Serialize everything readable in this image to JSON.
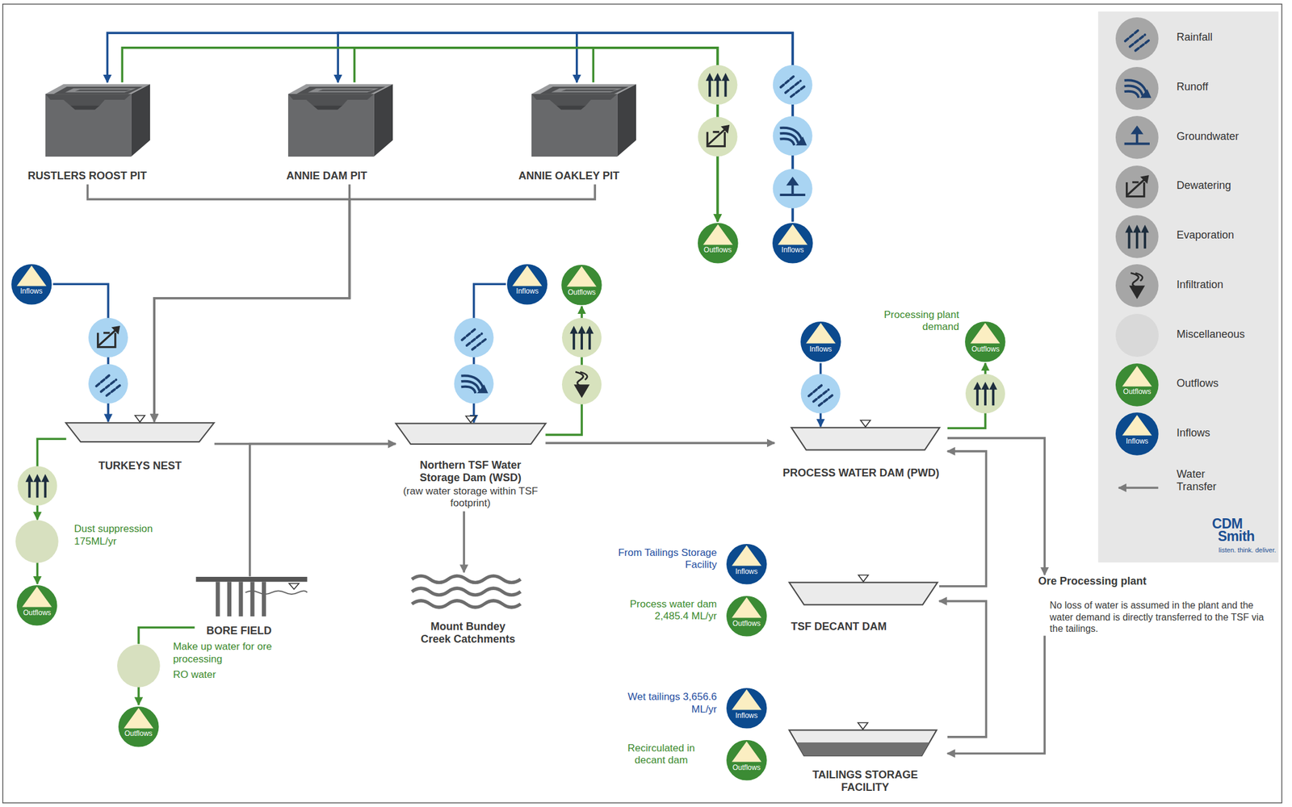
{
  "diagram": {
    "nodes": [
      {
        "text": [
          "RUSTLERS ROOST PIT"
        ]
      },
      {
        "text": [
          "ANNIE DAM PIT"
        ]
      },
      {
        "text": [
          "ANNIE OAKLEY PIT"
        ]
      },
      {
        "text": [
          "Outflows"
        ]
      },
      {
        "text": [
          "Inflows"
        ]
      },
      {
        "text": [
          "Inflows"
        ]
      },
      {
        "text": [
          "Inflows"
        ]
      },
      {
        "text": [
          "Outflows"
        ]
      },
      {
        "text": [
          "Inflows"
        ]
      },
      {
        "text": [
          "Processing plant demand",
          "Outflows"
        ]
      },
      {
        "text": [
          "TURKEYS NEST"
        ]
      },
      {
        "text": [
          "Northern TSF Water Storage Dam (WSD)",
          "(raw water storage within TSF footprint)"
        ]
      },
      {
        "text": [
          "PROCESS WATER DAM (PWD)"
        ]
      },
      {
        "text": [
          "Dust suppression 175ML/yr"
        ]
      },
      {
        "text": [
          "Outflows"
        ]
      },
      {
        "text": [
          "BORE FIELD"
        ]
      },
      {
        "text": [
          "Make up water for ore processing",
          "RO water"
        ]
      },
      {
        "text": [
          "Outflows"
        ]
      },
      {
        "text": [
          "Mount Bundey Creek Catchments"
        ]
      },
      {
        "text": [
          "Ore Processing plant",
          "No loss of water is assumed in the plant and the water demand is directly transferred to the TSF via the tailings."
        ]
      },
      {
        "text": [
          "From Tailings Storage Facility",
          "Inflows"
        ]
      },
      {
        "text": [
          "Process water dam 2,485.4 ML/yr",
          "Outflows"
        ]
      },
      {
        "text": [
          "TSF DECANT DAM"
        ]
      },
      {
        "text": [
          "Wet tailings 3,656.6 ML/yr",
          "Inflows"
        ]
      },
      {
        "text": [
          "Recirculated in decant dam",
          "Outflows"
        ]
      },
      {
        "text": [
          "TAILINGS STORAGE FACILITY"
        ]
      }
    ],
    "edges": [
      {
        "from": 4,
        "to": 0,
        "arrow": "to"
      },
      {
        "from": 4,
        "to": 1,
        "arrow": "to"
      },
      {
        "from": 4,
        "to": 2,
        "arrow": "to"
      },
      {
        "from": 0,
        "to": 3,
        "arrow": "to"
      },
      {
        "from": 1,
        "to": 3,
        "arrow": "to"
      },
      {
        "from": 2,
        "to": 3,
        "arrow": "to"
      },
      {
        "from": 0,
        "to": 10,
        "arrow": "to"
      },
      {
        "from": 1,
        "to": 10,
        "arrow": "to"
      },
      {
        "from": 2,
        "to": 10,
        "arrow": "to"
      },
      {
        "from": 5,
        "to": 10,
        "arrow": "to"
      },
      {
        "from": 10,
        "to": 11,
        "arrow": "to"
      },
      {
        "from": 15,
        "to": 11,
        "arrow": "to"
      },
      {
        "from": 10,
        "to": 13,
        "arrow": "to"
      },
      {
        "from": 13,
        "to": 14,
        "arrow": "to"
      },
      {
        "from": 15,
        "to": 16,
        "arrow": "none"
      },
      {
        "from": 16,
        "to": 17,
        "arrow": "to"
      },
      {
        "from": 6,
        "to": 11,
        "arrow": "to"
      },
      {
        "from": 11,
        "to": 7,
        "arrow": "to"
      },
      {
        "from": 11,
        "to": 18,
        "arrow": "to"
      },
      {
        "from": 11,
        "to": 12,
        "arrow": "to"
      },
      {
        "from": 8,
        "to": 12,
        "arrow": "to"
      },
      {
        "from": 12,
        "to": 9,
        "arrow": "to"
      },
      {
        "from": 12,
        "to": 19,
        "arrow": "to"
      },
      {
        "from": 19,
        "to": 25,
        "arrow": "to"
      },
      {
        "from": 25,
        "to": 22,
        "arrow": "to"
      },
      {
        "from": 22,
        "to": 12,
        "arrow": "to"
      }
    ],
    "labels": [
      "Outflows",
      "Inflows",
      "CDM",
      "Smith",
      "listen. think. deliver."
    ],
    "legend": [
      {
        "text": "Rainfall"
      },
      {
        "text": "Runoff"
      },
      {
        "text": "Groundwater"
      },
      {
        "text": "Dewatering"
      },
      {
        "text": "Evaporation"
      },
      {
        "text": "Infiltration"
      },
      {
        "text": "Miscellaneous",
        "color": "#d9d9d9"
      },
      {
        "text": "Outflows"
      },
      {
        "text": "Inflows"
      },
      {
        "text": "Water Transfer"
      }
    ]
  }
}
